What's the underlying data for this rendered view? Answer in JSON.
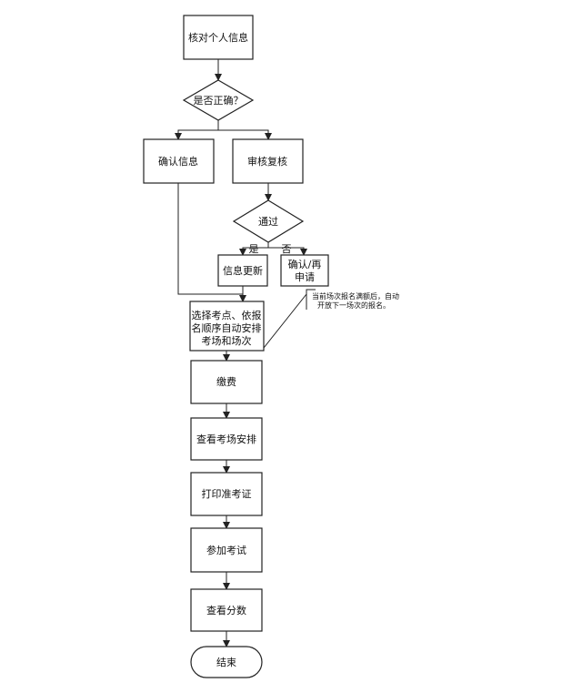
{
  "nodes": {
    "verify_info": "核对个人信息",
    "is_correct": "是否正确？",
    "confirm_info": "确认信息",
    "review": "审核复核",
    "passed": "通过",
    "yes": "是",
    "no": "否",
    "update_info": "信息更新",
    "reconfirm_line1": "确认/再",
    "reconfirm_line2": "申请",
    "select_line1": "选择考点、依报",
    "select_line2": "名顺序自动安排",
    "select_line3": "考场和场次",
    "pay": "缴费",
    "view_arrangement": "查看考场安排",
    "print_ticket": "打印准考证",
    "take_exam": "参加考试",
    "view_score": "查看分数",
    "end": "结束"
  },
  "note": {
    "line1": "当前场次报名满额后，自动",
    "line2": "开放下一场次的报名。"
  },
  "colors": {
    "stroke": "#222222",
    "fill": "#ffffff",
    "text": "#111111"
  }
}
